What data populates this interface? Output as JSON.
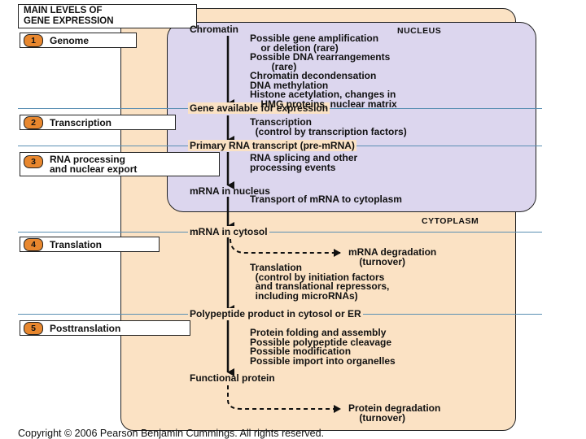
{
  "title": [
    "MAIN LEVELS OF",
    "GENE EXPRESSION"
  ],
  "regions": {
    "nucleus": "NUCLEUS",
    "cytoplasm": "CYTOPLASM"
  },
  "levels": [
    {
      "number": "1",
      "label": "Genome"
    },
    {
      "number": "2",
      "label": "Transcription"
    },
    {
      "number": "3",
      "label": "RNA processing\nand nuclear export"
    },
    {
      "number": "4",
      "label": "Translation"
    },
    {
      "number": "5",
      "label": "Posttranslation"
    }
  ],
  "stages": [
    "Chromatin",
    "Gene available for expression",
    "Primary RNA transcript (pre-mRNA)",
    "mRNA in nucleus",
    "mRNA in cytosol",
    "Polypeptide product in cytosol or ER",
    "Functional protein"
  ],
  "notes": [
    "Possible gene amplification\n    or deletion (rare)\nPossible DNA rearrangements\n        (rare)\nChromatin decondensation\nDNA methylation\nHistone acetylation, changes in\n    HMG proteins, nuclear matrix",
    "Transcription\n  (control by transcription factors)",
    "RNA splicing and other\nprocessing events",
    "Transport of mRNA to cytoplasm",
    "Translation\n  (control by initiation factors\n  and translational repressors,\n  including microRNAs)",
    "Protein folding and assembly\nPossible polypeptide cleavage\nPossible modification\nPossible import into organelles"
  ],
  "degradation": [
    "mRNA degradation\n    (turnover)",
    "Protein degradation\n    (turnover)"
  ],
  "copyright": "Copyright © 2006 Pearson Benjamin Cummings. All rights reserved.",
  "colors": {
    "cell": "#fbe2c4",
    "nucleus": "#dcd6ee",
    "badge": "#e8872e",
    "divider": "#5a8fb3"
  }
}
